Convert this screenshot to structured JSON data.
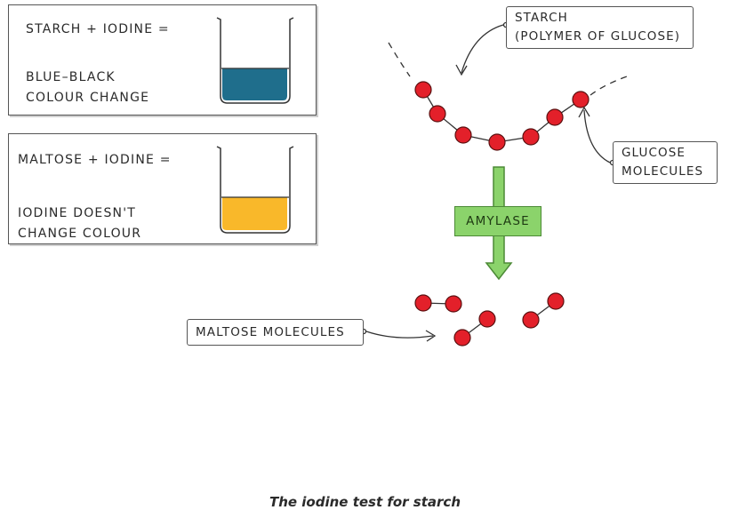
{
  "starch_box": {
    "line1": "STARCH + IODINE =",
    "line2": "BLUE–BLACK",
    "line3": "COLOUR CHANGE",
    "liquid_color": "#1f6e8c"
  },
  "maltose_box": {
    "line1": "MALTOSE + IODINE =",
    "line2": "IODINE DOESN'T",
    "line3": "CHANGE COLOUR",
    "liquid_color": "#f9b82a"
  },
  "labels": {
    "starch_line1": "STARCH",
    "starch_line2": "(POLYMER OF GLUCOSE)",
    "glucose_line1": "GLUCOSE",
    "glucose_line2": "MOLECULES",
    "enzyme": "AMYLASE",
    "maltose": "MALTOSE MOLECULES"
  },
  "caption": "The iodine test for starch",
  "colors": {
    "molecule": "#e3202a",
    "arrow": "#8bd36b"
  }
}
